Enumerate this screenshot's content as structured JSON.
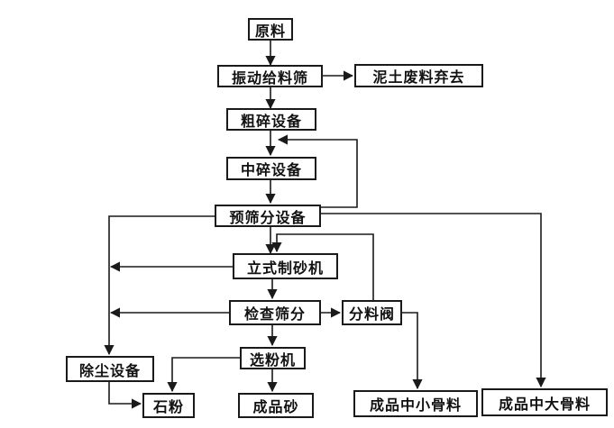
{
  "nodes": {
    "raw_material": "原料",
    "vibrating_feeder_screen": "振动给料筛",
    "mud_waste_discard": "泥土废料弃去",
    "coarse_crushing": "粗碎设备",
    "medium_crushing": "中碎设备",
    "pre_screening": "预筛分设备",
    "vertical_sand_maker": "立式制砂机",
    "inspection_screening": "检查筛分",
    "distribution_valve": "分料阀",
    "dust_removal": "除尘设备",
    "powder_separator": "选粉机",
    "stone_powder": "石粉",
    "finished_sand": "成品砂",
    "finished_medium_small_aggregate": "成品中小骨料",
    "finished_medium_large_aggregate": "成品中大骨料"
  },
  "colors": {
    "line": "#1a1a1a",
    "box_border": "#1a1a1a",
    "background": "#ffffff"
  }
}
